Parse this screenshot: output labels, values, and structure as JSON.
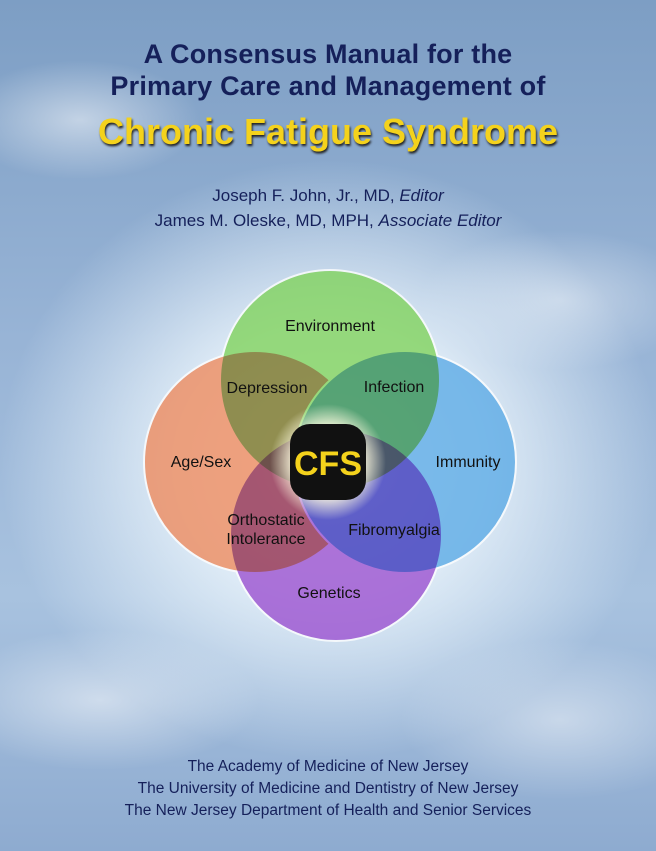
{
  "title": {
    "line1": "A Consensus Manual for the",
    "line2": "Primary Care and Management of",
    "main": "Chronic Fatigue Syndrome"
  },
  "editors": [
    {
      "name": "Joseph F. John, Jr., MD, ",
      "role": "Editor"
    },
    {
      "name": "James M. Oleske, MD, MPH, ",
      "role": "Associate Editor"
    }
  ],
  "diagram": {
    "center": "CFS",
    "circles": {
      "top": "Environment",
      "left": "Age/Sex",
      "right": "Immunity",
      "bottom": "Genetics"
    },
    "overlaps": {
      "top_left": "Depression",
      "top_right": "Infection",
      "bottom_left_1": "Orthostatic",
      "bottom_left_2": "Intolerance",
      "bottom_right": "Fibromyalgia"
    },
    "colors": {
      "top": "#7fd35a",
      "left": "#ef8a5c",
      "right": "#5aaae6",
      "bottom": "#9b4fd0",
      "center_text": "#f4d21c"
    }
  },
  "publishers": [
    "The Academy of Medicine of New Jersey",
    "The University of Medicine and Dentistry of New Jersey",
    "The New Jersey Department of Health and Senior Services"
  ]
}
